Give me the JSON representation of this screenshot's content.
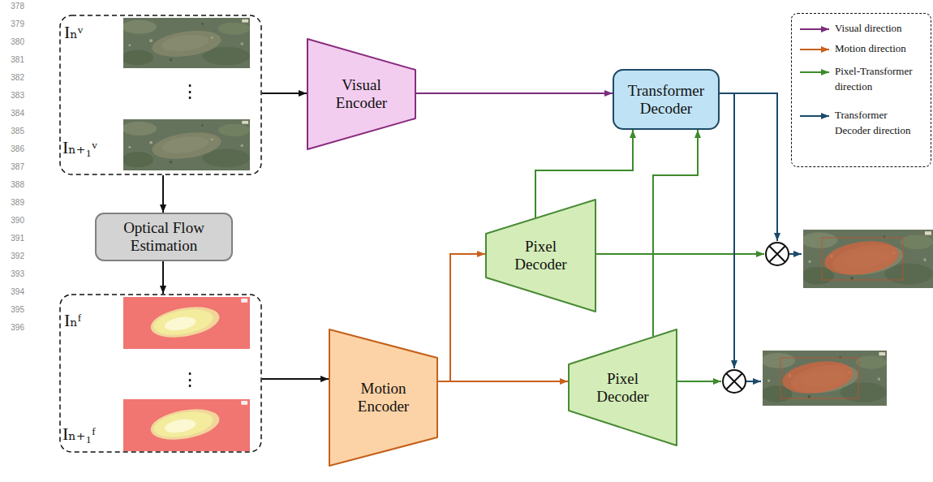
{
  "diagram": {
    "nodes": [
      {
        "text": [
          "Iₙᵛ",
          "⋮",
          "Iₙ₊₁ᵛ"
        ]
      },
      {
        "text": [
          "Visual Encoder"
        ]
      },
      {
        "text": [
          "Transformer Decoder"
        ]
      },
      {
        "text": [
          "Optical Flow Estimation"
        ]
      },
      {
        "text": [
          "Pixel Decoder"
        ]
      },
      {
        "text": [
          "Iₙᶠ",
          "⋮",
          "Iₙ₊₁ᶠ"
        ]
      },
      {
        "text": [
          "Motion Encoder"
        ]
      },
      {
        "text": [
          "Pixel Decoder"
        ]
      }
    ],
    "edges": [
      {
        "from": 0,
        "to": 1,
        "arrow": "to"
      },
      {
        "from": 1,
        "to": 2,
        "arrow": "to"
      },
      {
        "from": 0,
        "to": 3,
        "arrow": "to"
      },
      {
        "from": 3,
        "to": 5,
        "arrow": "to"
      },
      {
        "from": 5,
        "to": 6,
        "arrow": "to"
      },
      {
        "from": 6,
        "to": 4,
        "arrow": "to"
      },
      {
        "from": 6,
        "to": 7,
        "arrow": "to"
      },
      {
        "from": 4,
        "to": 2,
        "arrow": "to"
      },
      {
        "from": 7,
        "to": 2,
        "arrow": "to"
      }
    ],
    "labels": [
      "378",
      "379",
      "380",
      "381",
      "382",
      "383",
      "384",
      "385",
      "386",
      "387",
      "388",
      "389",
      "390",
      "391",
      "392",
      "393",
      "394",
      "395",
      "396"
    ],
    "legend": [
      {
        "text": "Visual direction"
      },
      {
        "text": "Motion direction"
      },
      {
        "text": "Pixel-Transformer direction"
      },
      {
        "text": "Transformer Decoder direction"
      }
    ]
  }
}
